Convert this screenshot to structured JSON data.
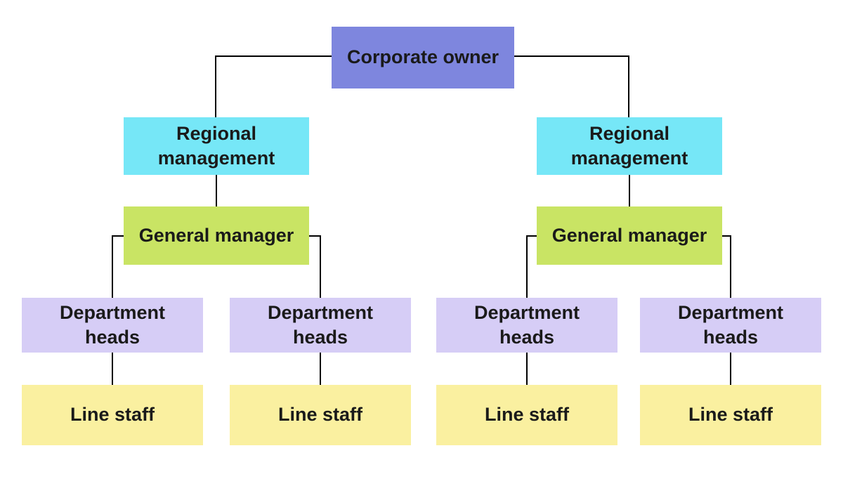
{
  "org_chart": {
    "background_color": "#ffffff",
    "connector_color": "#000000",
    "text_color": "#1a1a1a",
    "nodes": {
      "corporate_owner": {
        "label": "Corporate owner",
        "color": "#7e86de",
        "count": 1
      },
      "regional_management": {
        "label": "Regional management",
        "color": "#76e7f7",
        "count": 2
      },
      "general_manager": {
        "label": "General manager",
        "color": "#c9e464",
        "count": 2
      },
      "department_heads": {
        "label": "Department heads",
        "color": "#d6cdf6",
        "count": 4
      },
      "line_staff": {
        "label": "Line staff",
        "color": "#faf0a0",
        "count": 4
      }
    },
    "hierarchy": [
      {
        "label": "Corporate owner",
        "children": [
          {
            "label": "Regional management",
            "children": [
              {
                "label": "General manager",
                "children": [
                  {
                    "label": "Department heads",
                    "children": [
                      {
                        "label": "Line staff"
                      }
                    ]
                  },
                  {
                    "label": "Department heads",
                    "children": [
                      {
                        "label": "Line staff"
                      }
                    ]
                  }
                ]
              }
            ]
          },
          {
            "label": "Regional management",
            "children": [
              {
                "label": "General manager",
                "children": [
                  {
                    "label": "Department heads",
                    "children": [
                      {
                        "label": "Line staff"
                      }
                    ]
                  },
                  {
                    "label": "Department heads",
                    "children": [
                      {
                        "label": "Line staff"
                      }
                    ]
                  }
                ]
              }
            ]
          }
        ]
      }
    ]
  }
}
